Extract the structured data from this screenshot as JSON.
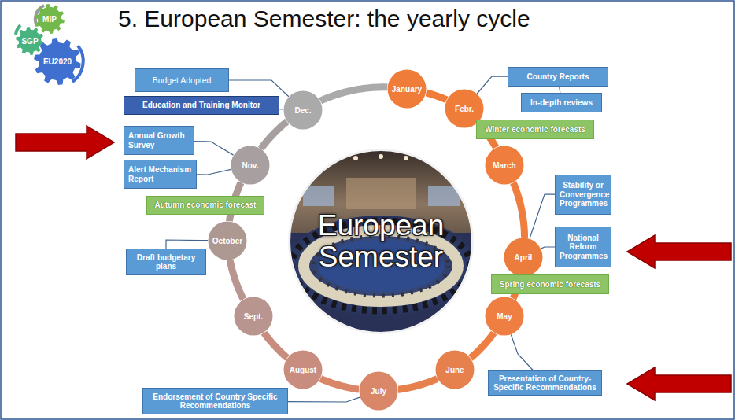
{
  "diagram": {
    "title": "5. European Semester: the yearly cycle",
    "nodes": [
      {
        "text": [
          "MIP"
        ]
      },
      {
        "text": [
          "SGP"
        ]
      },
      {
        "text": [
          "EU2020"
        ]
      },
      {
        "text": [
          "January"
        ]
      },
      {
        "text": [
          "Febr."
        ]
      },
      {
        "text": [
          "March"
        ]
      },
      {
        "text": [
          "April"
        ]
      },
      {
        "text": [
          "May"
        ]
      },
      {
        "text": [
          "June"
        ]
      },
      {
        "text": [
          "July"
        ]
      },
      {
        "text": [
          "August"
        ]
      },
      {
        "text": [
          "Sept."
        ]
      },
      {
        "text": [
          "October"
        ]
      },
      {
        "text": [
          "Nov."
        ]
      },
      {
        "text": [
          "Dec."
        ]
      },
      {
        "text": [
          "European Semester"
        ]
      },
      {
        "text": [
          "Budget Adopted"
        ]
      },
      {
        "text": [
          "Education and Training Monitor"
        ]
      },
      {
        "text": [
          "Annual Growth Survey"
        ]
      },
      {
        "text": [
          "Alert Mechanism Report"
        ]
      },
      {
        "text": [
          "Autumn economic forecast"
        ]
      },
      {
        "text": [
          "Draft budgetary plans"
        ]
      },
      {
        "text": [
          "Country Reports"
        ]
      },
      {
        "text": [
          "In-depth reviews"
        ]
      },
      {
        "text": [
          "Winter economic forecasts"
        ]
      },
      {
        "text": [
          "Stability or Convergence Programmes"
        ]
      },
      {
        "text": [
          "National Reform Programmes"
        ]
      },
      {
        "text": [
          "Spring economic forecasts"
        ]
      },
      {
        "text": [
          "Presentation of Country-Specific Recommendations"
        ]
      },
      {
        "text": [
          "Endorsement of Country Specific Recommendations"
        ]
      }
    ],
    "edges": [
      {
        "from": 3,
        "to": 4,
        "arrow": "none"
      },
      {
        "from": 4,
        "to": 5,
        "arrow": "none"
      },
      {
        "from": 5,
        "to": 6,
        "arrow": "none"
      },
      {
        "from": 6,
        "to": 7,
        "arrow": "none"
      },
      {
        "from": 7,
        "to": 8,
        "arrow": "none"
      },
      {
        "from": 8,
        "to": 9,
        "arrow": "none"
      },
      {
        "from": 9,
        "to": 10,
        "arrow": "none"
      },
      {
        "from": 10,
        "to": 11,
        "arrow": "none"
      },
      {
        "from": 11,
        "to": 12,
        "arrow": "none"
      },
      {
        "from": 12,
        "to": 13,
        "arrow": "none"
      },
      {
        "from": 13,
        "to": 14,
        "arrow": "none"
      },
      {
        "from": 14,
        "to": 3,
        "arrow": "none"
      },
      {
        "from": 16,
        "to": 14,
        "arrow": "none"
      },
      {
        "from": 17,
        "to": 14,
        "arrow": "none"
      },
      {
        "from": 18,
        "to": 13,
        "arrow": "none"
      },
      {
        "from": 19,
        "to": 13,
        "arrow": "none"
      },
      {
        "from": 21,
        "to": 12,
        "arrow": "none"
      },
      {
        "from": 22,
        "to": 4,
        "arrow": "none"
      },
      {
        "from": 23,
        "to": 22,
        "arrow": "none"
      },
      {
        "from": 25,
        "to": 6,
        "arrow": "none"
      },
      {
        "from": 26,
        "to": 6,
        "arrow": "none"
      },
      {
        "from": 28,
        "to": 7,
        "arrow": "none"
      },
      {
        "from": 29,
        "to": 9,
        "arrow": "none"
      }
    ]
  }
}
